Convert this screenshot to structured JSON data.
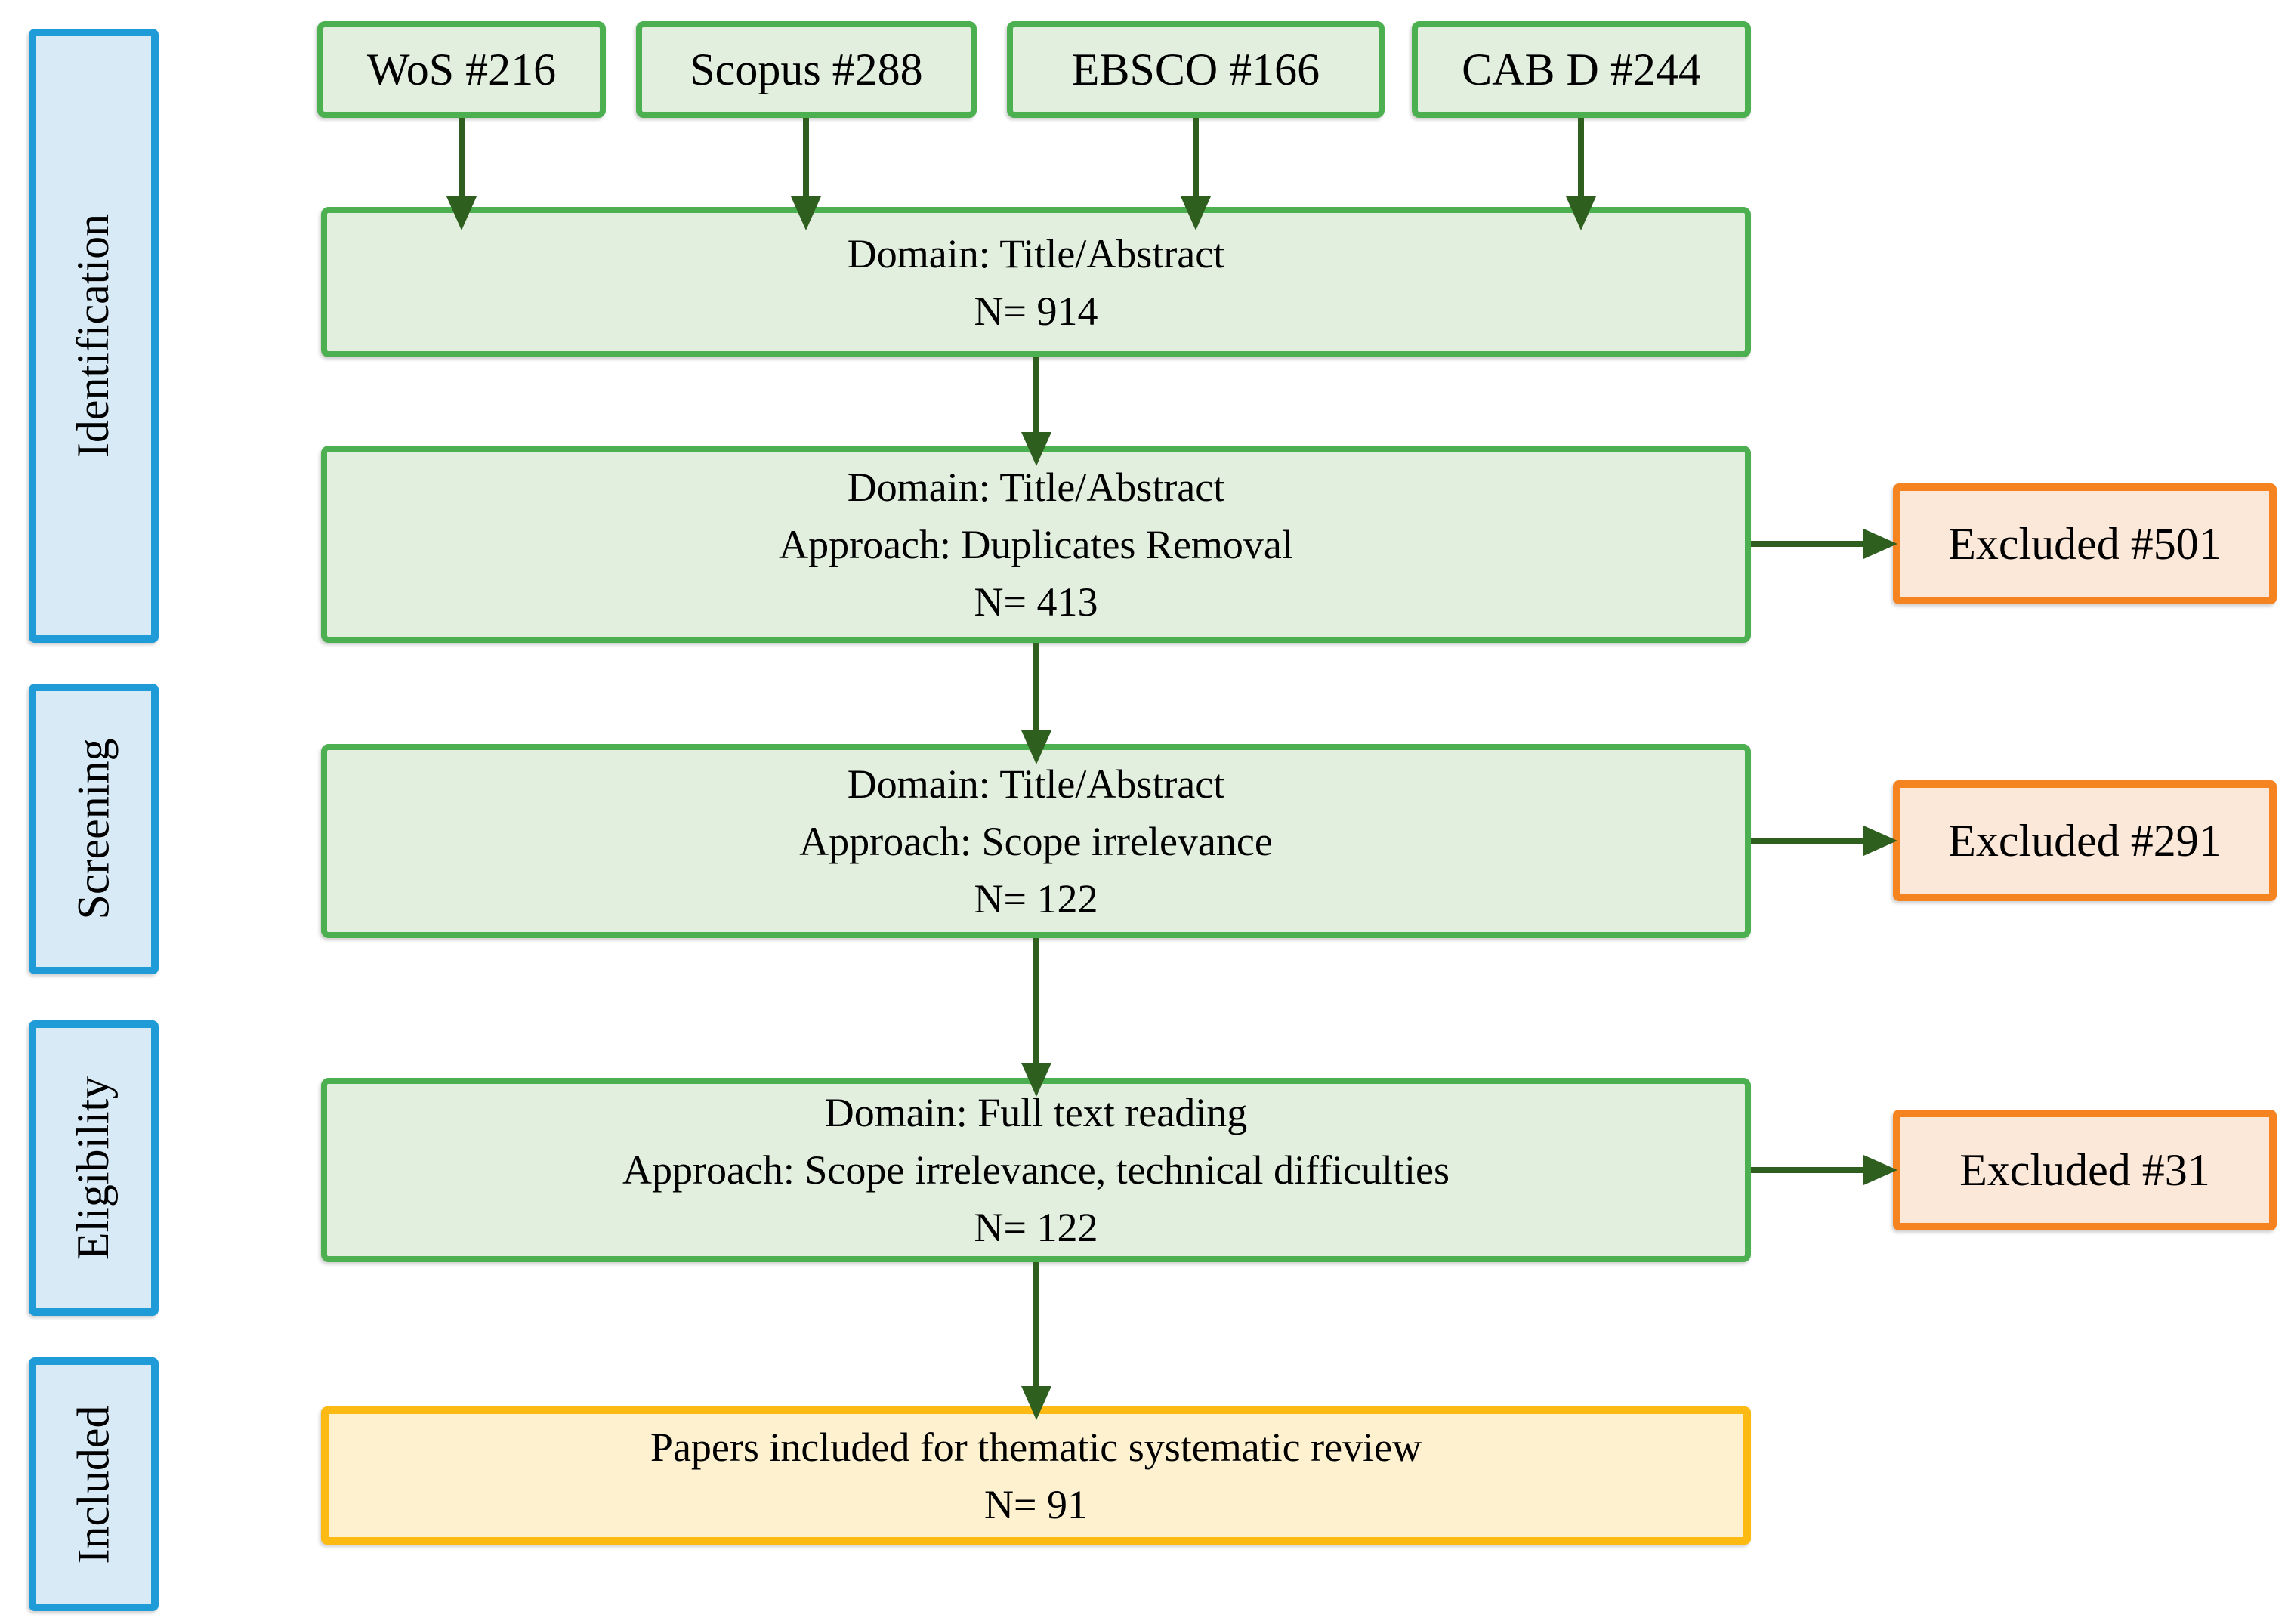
{
  "sidebar": {
    "items": [
      {
        "label": "Identification"
      },
      {
        "label": "Screening"
      },
      {
        "label": "Eligibility"
      },
      {
        "label": "Included"
      }
    ]
  },
  "sources": [
    {
      "label": "WoS #216",
      "count": 216
    },
    {
      "label": "Scopus #288",
      "count": 288
    },
    {
      "label": "EBSCO #166",
      "count": 166
    },
    {
      "label": "CAB D #244",
      "count": 244
    }
  ],
  "stages": [
    {
      "lines": [
        "Domain: Title/Abstract",
        "N= 914"
      ],
      "n": 914
    },
    {
      "lines": [
        "Domain: Title/Abstract",
        "Approach: Duplicates Removal",
        "N= 413"
      ],
      "n": 413
    },
    {
      "lines": [
        "Domain: Title/Abstract",
        "Approach: Scope irrelevance",
        "N= 122"
      ],
      "n": 122
    },
    {
      "lines": [
        "Domain: Full text reading",
        "Approach: Scope irrelevance, technical difficulties",
        "N= 122"
      ],
      "n": 122
    }
  ],
  "included": {
    "lines": [
      "Papers included for thematic systematic review",
      "N= 91"
    ],
    "n": 91
  },
  "excluded": [
    {
      "label": "Excluded #501",
      "count": 501
    },
    {
      "label": "Excluded #291",
      "count": 291
    },
    {
      "label": "Excluded #31",
      "count": 31
    }
  ],
  "colors": {
    "green-border": "#4caf50",
    "green-fill": "#e2efdf",
    "arrow": "#2e5f1f",
    "blue-border": "#1f9cd8",
    "blue-fill": "#d8eaf6",
    "orange-border": "#f5831f",
    "orange-fill": "#fce8d9",
    "yellow-border": "#fcba12",
    "yellow-fill": "#fdf1cf",
    "text": "#000000"
  }
}
